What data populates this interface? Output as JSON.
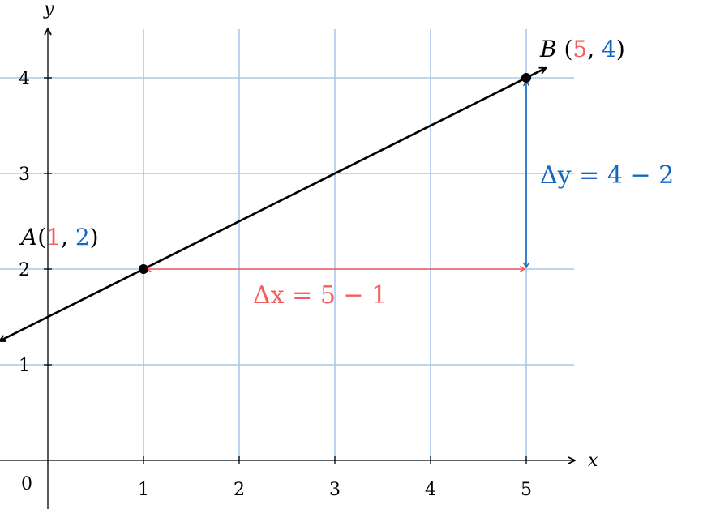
{
  "chart_data": {
    "type": "line",
    "xlabel": "x",
    "ylabel": "y",
    "origin_label": "0",
    "x_ticks": [
      1,
      2,
      3,
      4,
      5
    ],
    "y_ticks": [
      1,
      2,
      3,
      4
    ],
    "xlim": [
      -0.5,
      5.5
    ],
    "ylim": [
      -0.5,
      4.6
    ],
    "grid": true,
    "line": {
      "through": [
        [
          1,
          2
        ],
        [
          5,
          4
        ]
      ],
      "extent_x": [
        -0.5,
        5.2
      ]
    },
    "points": [
      {
        "name": "A",
        "x": 1,
        "y": 2,
        "x_text": "1",
        "y_text": "2"
      },
      {
        "name": "B",
        "x": 5,
        "y": 4,
        "x_text": "5",
        "y_text": "4"
      }
    ],
    "annotations": {
      "dx": {
        "lhs": "Δx",
        "rhs": "= 5 − 1"
      },
      "dy": {
        "lhs": "Δy",
        "rhs": "= 4 − 2"
      }
    },
    "colors": {
      "x": "#f45d5d",
      "y": "#1567c2",
      "grid": "#a9c9e9",
      "line": "#000000"
    }
  }
}
